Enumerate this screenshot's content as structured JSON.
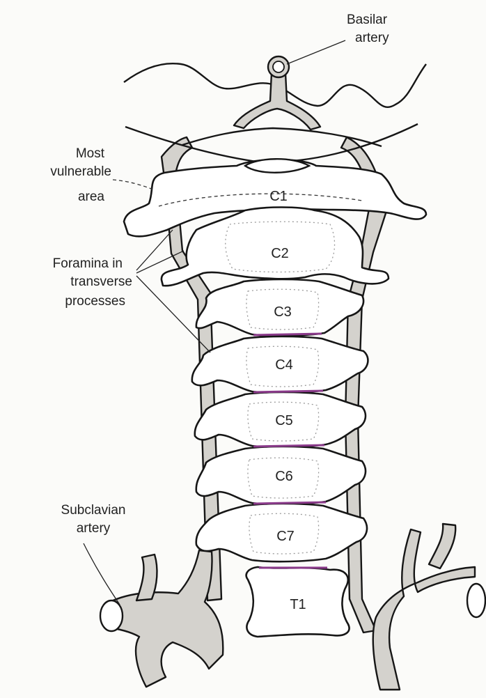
{
  "labels": {
    "basilar": [
      "Basilar",
      "artery"
    ],
    "vulnerable": [
      "Most",
      "vulnerable",
      "area"
    ],
    "foramina": [
      "Foramina in",
      "transverse",
      "processes"
    ],
    "subclavian": [
      "Subclavian",
      "artery"
    ]
  },
  "vertebrae": [
    "C1",
    "C2",
    "C3",
    "C4",
    "C5",
    "C6",
    "C7",
    "T1"
  ],
  "colors": {
    "artery": "#d4d2cd",
    "bone": "#ffffff",
    "outline": "#161616",
    "disc": "#8a3a8a"
  }
}
